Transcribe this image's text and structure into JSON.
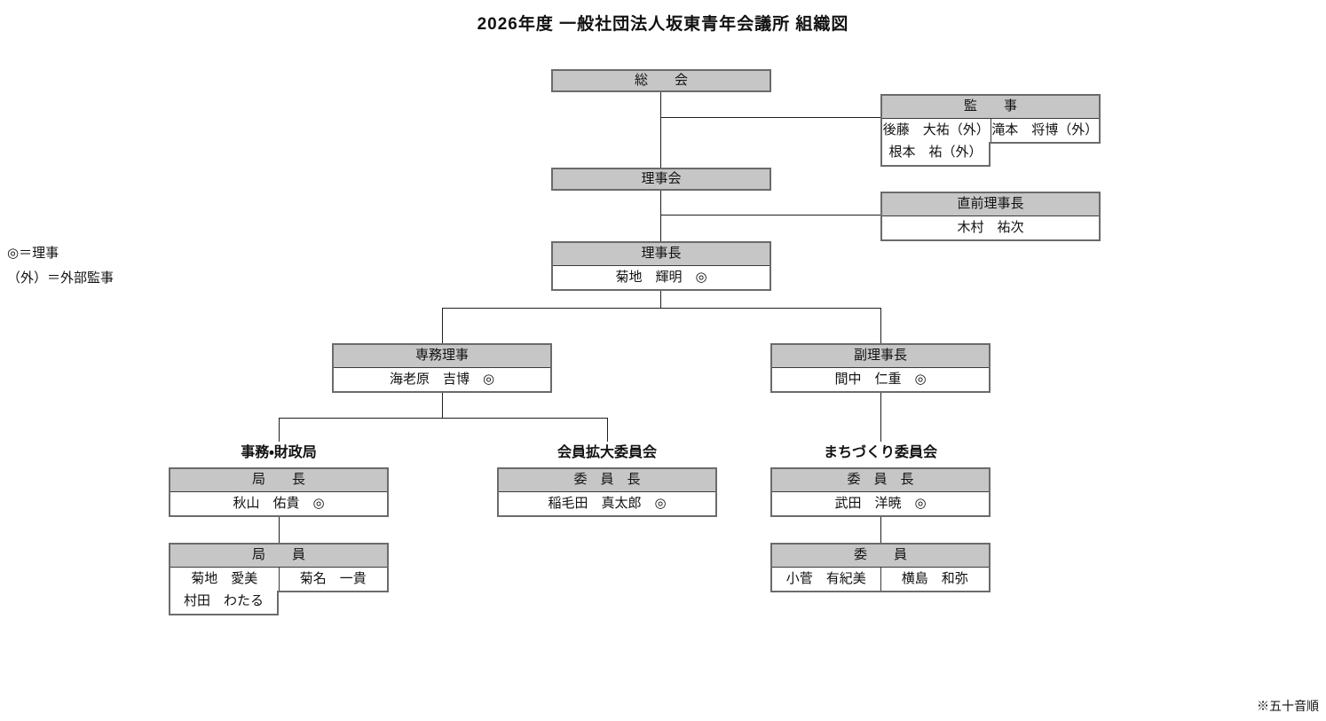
{
  "title": "2026年度 一般社団法人坂東青年会議所 組織図",
  "legend": {
    "director": "◎＝理事",
    "external_auditor": "（外）＝外部監事"
  },
  "footnote": "※五十音順",
  "colors": {
    "header_fill": "#c6c6c6",
    "box_border": "#6b6b6b",
    "connector_line": "#1f1f1f"
  },
  "nodes": {
    "general_assembly": {
      "label": "総　　会"
    },
    "auditors": {
      "title": "監　　事",
      "members": [
        [
          "後藤　大祐（外）",
          "滝本　将博（外）"
        ],
        [
          "根本　祐（外）"
        ]
      ]
    },
    "board_of_directors": {
      "label": "理事会"
    },
    "immediate_past_chairman": {
      "title": "直前理事長",
      "name": "木村　祐次"
    },
    "chairman": {
      "title": "理事長",
      "name": "菊地　輝明　◎"
    },
    "executive_director": {
      "title": "専務理事",
      "name": "海老原　吉博　◎"
    },
    "vice_chairman": {
      "title": "副理事長",
      "name": "間中　仁重　◎"
    },
    "admin_finance_bureau": {
      "group": "事務・財政局",
      "title": "局　　長",
      "name": "秋山　佑貴　◎"
    },
    "bureau_members": {
      "title": "局　　員",
      "members": [
        [
          "菊地　愛美",
          "菊名　一貴"
        ],
        [
          "村田　わたる"
        ]
      ]
    },
    "membership_expansion_committee": {
      "group": "会員拡大委員会",
      "title": "委　員　長",
      "name": "稲毛田　真太郎　◎"
    },
    "community_development_committee": {
      "group": "まちづくり委員会",
      "title": "委　員　長",
      "name": "武田　洋暁　◎"
    },
    "committee_members": {
      "title": "委　　員",
      "members": [
        [
          "小菅　有紀美",
          "横島　和弥"
        ]
      ]
    }
  }
}
